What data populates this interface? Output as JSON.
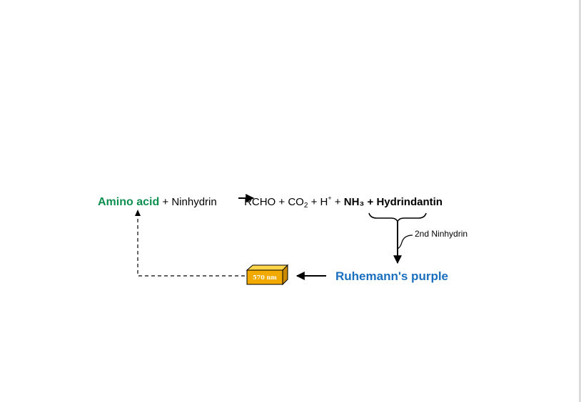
{
  "reaction": {
    "amino_acid": "Amino acid",
    "plus_1": "+",
    "ninhydrin": "Ninhydrin",
    "rcho": "RCHO",
    "plus_2": "+",
    "co2_base": "CO",
    "co2_sub": "2",
    "plus_3": "+",
    "h_base": "H",
    "h_sup": "+",
    "plus_4": "+",
    "nh3": "NH₃",
    "plus_5": "+",
    "hydrindantin": "Hydrindantin"
  },
  "second_step": {
    "label": "2nd Ninhydrin"
  },
  "product": {
    "label": "Ruhemann's purple"
  },
  "measurement": {
    "wavelength": "570 nm"
  },
  "colors": {
    "amino_acid": "#0d8f4f",
    "product": "#1a6fc0",
    "box_front": "#f2a900",
    "box_top": "#ffd54a",
    "box_side": "#c98a00"
  }
}
